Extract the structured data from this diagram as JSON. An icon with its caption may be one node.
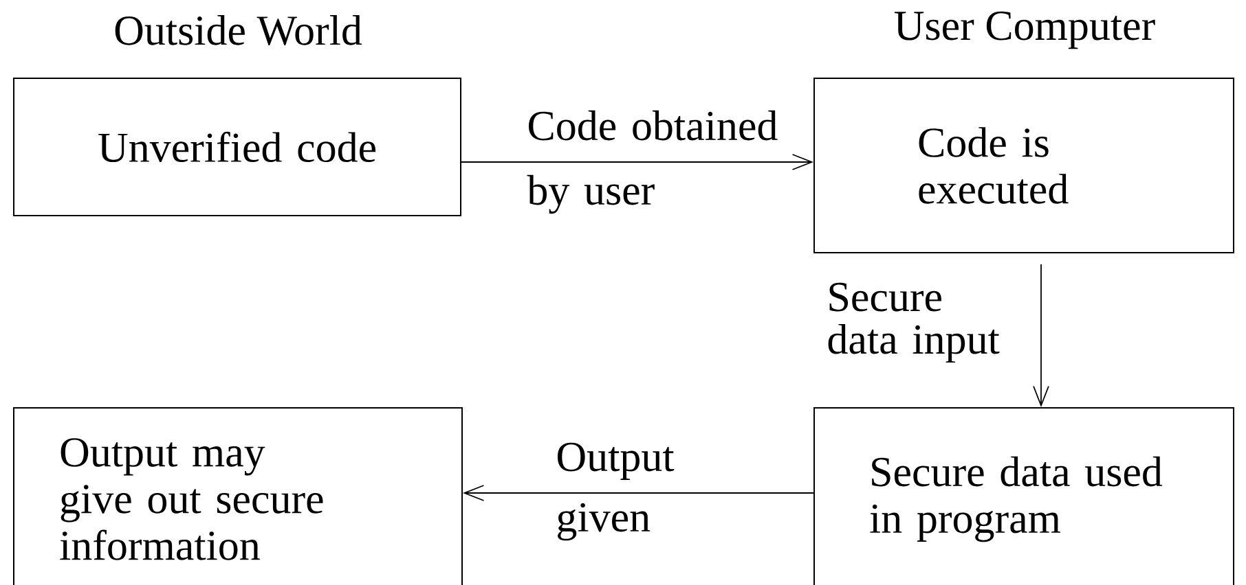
{
  "diagram": {
    "nodes": [
      {
        "text": [
          "Unverified code"
        ]
      },
      {
        "text": [
          "Code is executed"
        ]
      },
      {
        "text": [
          "Secure data used in program"
        ]
      },
      {
        "text": [
          "Output may give out secure information"
        ]
      }
    ],
    "edges": [
      {
        "from": 0,
        "to": 1,
        "arrow": "to",
        "label": "Code obtained by user"
      },
      {
        "from": 1,
        "to": 2,
        "arrow": "to",
        "label": "Secure data input"
      },
      {
        "from": 2,
        "to": 3,
        "arrow": "to",
        "label": "Output given"
      }
    ],
    "labels": [
      "Outside World",
      "User Computer"
    ]
  }
}
